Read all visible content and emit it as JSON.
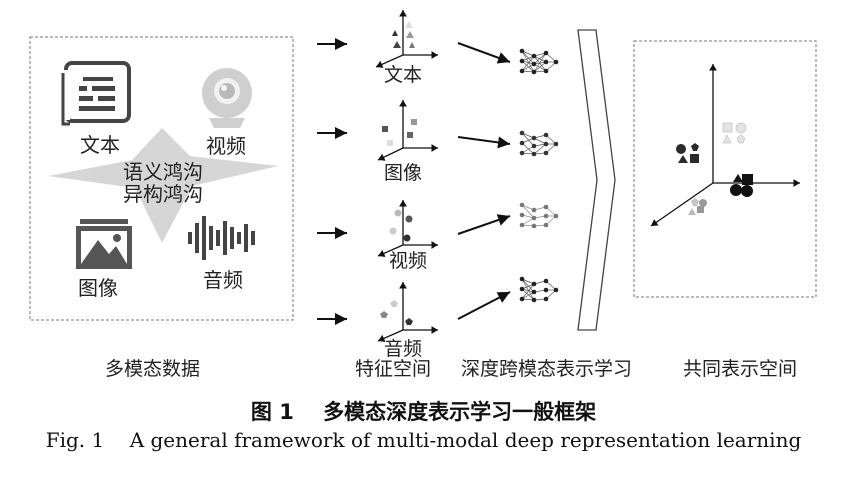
{
  "modalities": {
    "text": "文本",
    "video": "视频",
    "image": "图像",
    "audio": "音频"
  },
  "gaps": {
    "semantic": "语义鸿沟",
    "heterogeneous": "异构鸿沟"
  },
  "section_labels": {
    "multimodal_data": "多模态数据",
    "feature_space": "特征空间",
    "deep_cross_modal": "深度跨模态表示学习",
    "common_space": "共同表示空间"
  },
  "caption": {
    "zh_number": "图 1",
    "zh_title": "多模态深度表示学习一般框架",
    "en_number": "Fig. 1",
    "en_title": "A general framework of multi-modal deep representation learning"
  },
  "icons": [
    "document-icon",
    "webcam-icon",
    "image-icon",
    "audio-wave-icon",
    "neural-network-icon"
  ],
  "colors": {
    "icon_dark": "#444444",
    "icon_light": "#c8c8c8",
    "star": "#d2d2d2",
    "frame": "#777777"
  }
}
